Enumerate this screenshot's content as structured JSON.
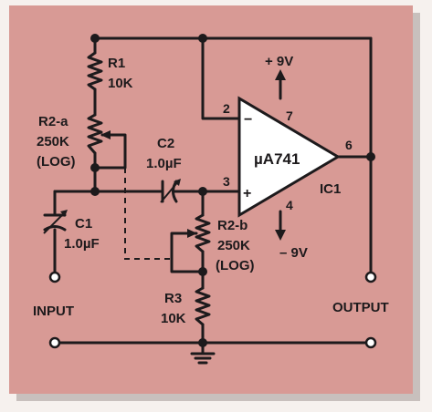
{
  "colors": {
    "panel": "#d89a95",
    "wire": "#1d1a1c",
    "opamp_fill": "#ffffff",
    "frame_shadow": "#c8c0bd"
  },
  "labels": {
    "r1_name": "R1",
    "r1_value": "10K",
    "r2a_name": "R2-a",
    "r2a_value": "250K",
    "r2a_taper": "(LOG)",
    "c2_name": "C2",
    "c2_value": "1.0µF",
    "c1_name": "C1",
    "c1_value": "1.0µF",
    "r2b_name": "R2-b",
    "r2b_value": "250K",
    "r2b_taper": "(LOG)",
    "r3_name": "R3",
    "r3_value": "10K",
    "opamp_part": "µA741",
    "opamp_ref": "IC1",
    "pin2": "2",
    "pin3": "3",
    "pin4": "4",
    "pin6": "6",
    "pin7": "7",
    "inverting_sign": "−",
    "noninverting_sign": "+",
    "supply_pos": "+ 9V",
    "supply_neg": "– 9V",
    "input": "INPUT",
    "output": "OUTPUT"
  }
}
